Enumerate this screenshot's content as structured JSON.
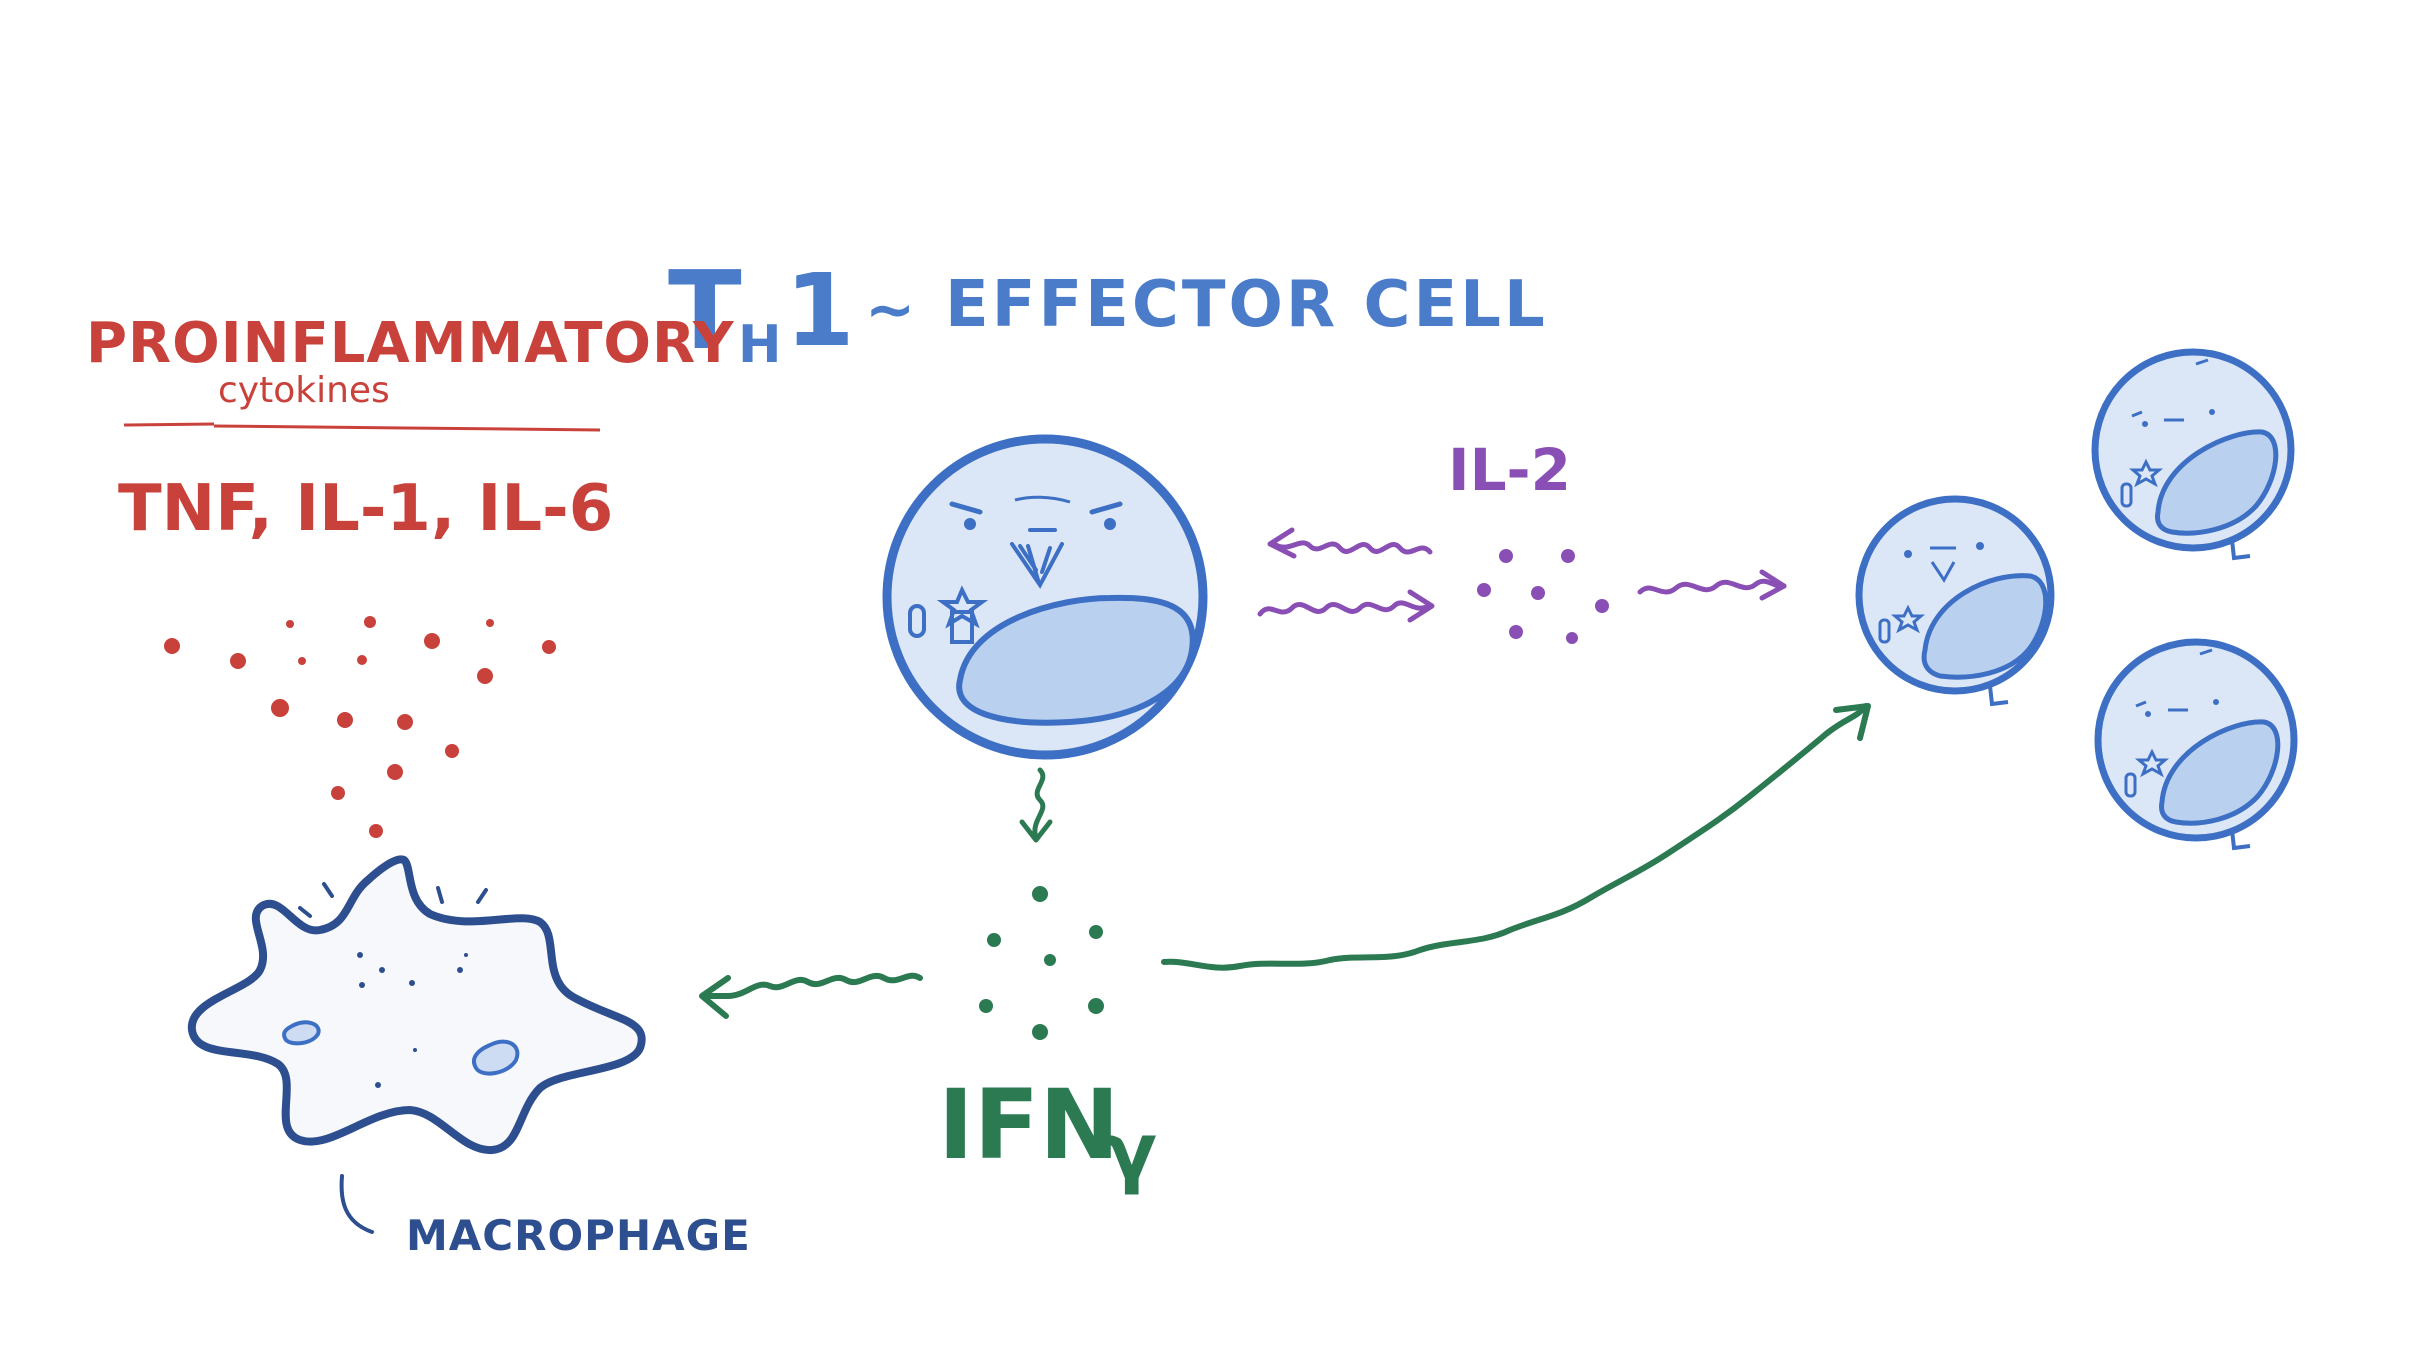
{
  "title": {
    "th_main": "T",
    "th_sub": "H",
    "th_num": "1",
    "tilde": "~",
    "effector": "EFFECTOR CELL"
  },
  "proinflammatory": {
    "heading": "PROINFLAMMATORY",
    "subheading": "cytokines",
    "list": "TNF, IL-1, IL-6"
  },
  "il2_label": "IL-2",
  "ifn_label": "IFN",
  "ifn_gamma": "γ",
  "macrophage_label": "MACROPHAGE",
  "colors": {
    "blue": "#3d6fc4",
    "cell_fill": "#dbe7f7",
    "nucleus_fill": "#b9d0ef",
    "red": "#c9413b",
    "purple": "#8a4fb5",
    "green": "#2b7a52",
    "macrophage": "#2d4f8f"
  }
}
